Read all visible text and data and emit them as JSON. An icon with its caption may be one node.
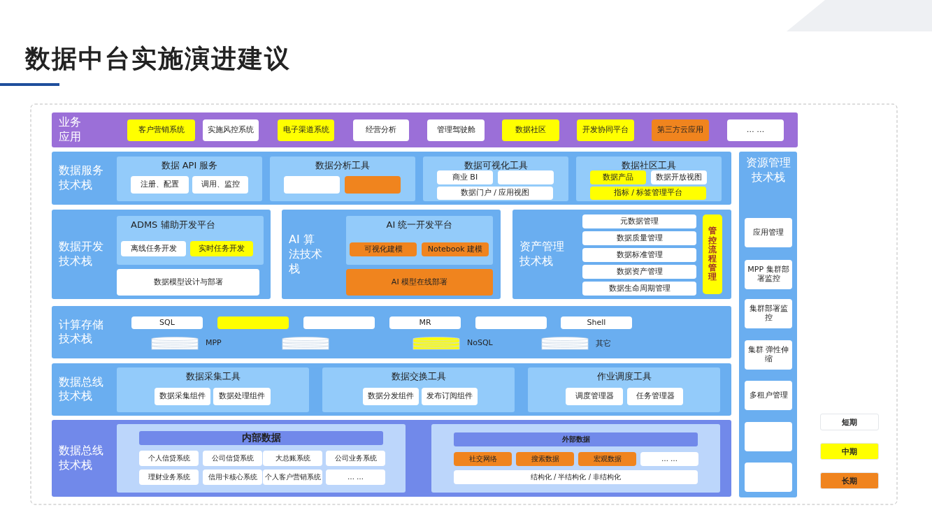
{
  "diagram": {
    "title": "数据中台实施演进建议",
    "nodes": [
      {
        "text": [
          "业务应用"
        ]
      },
      {
        "text": [
          "客户营销系统"
        ],
        "in": 0
      },
      {
        "text": [
          "实施风控系统"
        ],
        "in": 0
      },
      {
        "text": [
          "电子渠道系统"
        ],
        "in": 0
      },
      {
        "text": [
          "经营分析"
        ],
        "in": 0
      },
      {
        "text": [
          "管理驾驶舱"
        ],
        "in": 0
      },
      {
        "text": [
          "数据社区"
        ],
        "in": 0
      },
      {
        "text": [
          "开发协同平台"
        ],
        "in": 0
      },
      {
        "text": [
          "第三方云应用"
        ],
        "in": 0
      },
      {
        "text": [
          "… …"
        ],
        "in": 0
      },
      {
        "text": [
          "数据服务技术栈"
        ]
      },
      {
        "text": [
          "数据 API 服务"
        ],
        "in": 10
      },
      {
        "text": [
          "注册、配置"
        ],
        "in": 11
      },
      {
        "text": [
          "调用、监控"
        ],
        "in": 11
      },
      {
        "text": [
          "数据分析工具"
        ],
        "in": 10
      },
      {
        "text": [],
        "shape": "box",
        "in": 14
      },
      {
        "text": [],
        "shape": "box",
        "in": 14
      },
      {
        "text": [
          "数据可视化工具"
        ],
        "in": 10
      },
      {
        "text": [
          "商业 BI"
        ],
        "in": 17
      },
      {
        "text": [],
        "shape": "box",
        "in": 17
      },
      {
        "text": [
          "数据门户 / 应用视图"
        ],
        "in": 17
      },
      {
        "text": [
          "数据社区工具"
        ],
        "in": 10
      },
      {
        "text": [
          "数据产品"
        ],
        "in": 21
      },
      {
        "text": [
          "数据开放视图"
        ],
        "in": 21
      },
      {
        "text": [
          "指标 / 标签管理平台"
        ],
        "in": 21
      },
      {
        "text": [
          "数据开发技术栈"
        ]
      },
      {
        "text": [
          "ADMS 辅助开发平台"
        ],
        "in": 25
      },
      {
        "text": [
          "离线任务开发"
        ],
        "in": 26
      },
      {
        "text": [
          "实时任务开发"
        ],
        "in": 26
      },
      {
        "text": [
          "数据模型设计与部署"
        ],
        "in": 25
      },
      {
        "text": [
          "AI 算法技术栈"
        ]
      },
      {
        "text": [
          "AI 统一开发平台"
        ],
        "in": 30
      },
      {
        "text": [
          "可视化建模"
        ],
        "in": 31
      },
      {
        "text": [
          "Notebook 建模"
        ],
        "in": 31
      },
      {
        "text": [
          "AI 模型在线部署"
        ],
        "in": 30
      },
      {
        "text": [
          "资产管理技术栈"
        ]
      },
      {
        "text": [
          "元数据管理"
        ],
        "in": 35
      },
      {
        "text": [
          "数据质量管理"
        ],
        "in": 35
      },
      {
        "text": [
          "数据标准管理"
        ],
        "in": 35
      },
      {
        "text": [
          "数据资产管理"
        ],
        "in": 35
      },
      {
        "text": [
          "数据生命周期管理"
        ],
        "in": 35
      },
      {
        "text": [
          "管控流程管理"
        ],
        "in": 35
      },
      {
        "text": [
          "计算存储技术栈"
        ]
      },
      {
        "text": [
          "SQL"
        ],
        "in": 42
      },
      {
        "text": [],
        "shape": "box",
        "in": 42
      },
      {
        "text": [],
        "shape": "box",
        "in": 42
      },
      {
        "text": [
          "MR"
        ],
        "in": 42
      },
      {
        "text": [],
        "shape": "box",
        "in": 42
      },
      {
        "text": [
          "Shell"
        ],
        "in": 42
      },
      {
        "text": [],
        "shape": "cylinder",
        "in": 42,
        "beside": [
          "MPP"
        ]
      },
      {
        "text": [],
        "shape": "cylinder",
        "in": 42
      },
      {
        "text": [],
        "shape": "cylinder",
        "in": 42,
        "beside": [
          "NoSQL"
        ]
      },
      {
        "text": [],
        "shape": "cylinder",
        "in": 42,
        "beside": [
          "其它"
        ]
      },
      {
        "text": [
          "数据总线技术栈"
        ]
      },
      {
        "text": [
          "数据采集工具"
        ],
        "in": 53
      },
      {
        "text": [
          "数据采集组件"
        ],
        "in": 54
      },
      {
        "text": [
          "数据处理组件"
        ],
        "in": 54
      },
      {
        "text": [
          "数据交换工具"
        ],
        "in": 53
      },
      {
        "text": [
          "数据分发组件"
        ],
        "in": 57
      },
      {
        "text": [
          "发布订阅组件"
        ],
        "in": 57
      },
      {
        "text": [
          "作业调度工具"
        ],
        "in": 53
      },
      {
        "text": [
          "调度管理器"
        ],
        "in": 60
      },
      {
        "text": [
          "任务管理器"
        ],
        "in": 60
      },
      {
        "text": [
          "数据总线技术栈"
        ]
      },
      {
        "text": [],
        "shape": "box",
        "in": 63
      },
      {
        "text": [
          "内部数据"
        ],
        "in": 64
      },
      {
        "text": [
          "个人信贷系统"
        ],
        "in": 64
      },
      {
        "text": [
          "公司信贷系统"
        ],
        "in": 64
      },
      {
        "text": [
          "大总账系统"
        ],
        "in": 64
      },
      {
        "text": [
          "公司业务系统"
        ],
        "in": 64
      },
      {
        "text": [
          "理财业务系统"
        ],
        "in": 64
      },
      {
        "text": [
          "信用卡核心系统"
        ],
        "in": 64
      },
      {
        "text": [
          "个人客户营销系统"
        ],
        "in": 64
      },
      {
        "text": [
          "… …"
        ],
        "in": 64
      },
      {
        "text": [],
        "shape": "box",
        "in": 63
      },
      {
        "text": [
          "外部数据"
        ],
        "in": 74
      },
      {
        "text": [
          "社交网络"
        ],
        "in": 74
      },
      {
        "text": [
          "搜索数据"
        ],
        "in": 74
      },
      {
        "text": [
          "宏观数据"
        ],
        "in": 74
      },
      {
        "text": [
          "… …"
        ],
        "in": 74
      },
      {
        "text": [
          "结构化 / 半结构化 / 非结构化"
        ],
        "in": 74
      },
      {
        "text": [
          "资源管理技术栈"
        ]
      },
      {
        "text": [
          "应用管理"
        ],
        "in": 81
      },
      {
        "text": [
          "MPP 集群部署监控"
        ],
        "in": 81
      },
      {
        "text": [
          "集群部署监控"
        ],
        "in": 81
      },
      {
        "text": [
          "集群 弹性伸缩"
        ],
        "in": 81
      },
      {
        "text": [
          "多租户管理"
        ],
        "in": 81
      },
      {
        "text": [],
        "shape": "box",
        "in": 81
      },
      {
        "text": [],
        "shape": "box",
        "in": 81
      }
    ],
    "legend": [
      {
        "text": "短期",
        "color": "#ffffff"
      },
      {
        "text": "中期",
        "color": "#ffff00"
      },
      {
        "text": "长期",
        "color": "#f0841e"
      }
    ]
  }
}
